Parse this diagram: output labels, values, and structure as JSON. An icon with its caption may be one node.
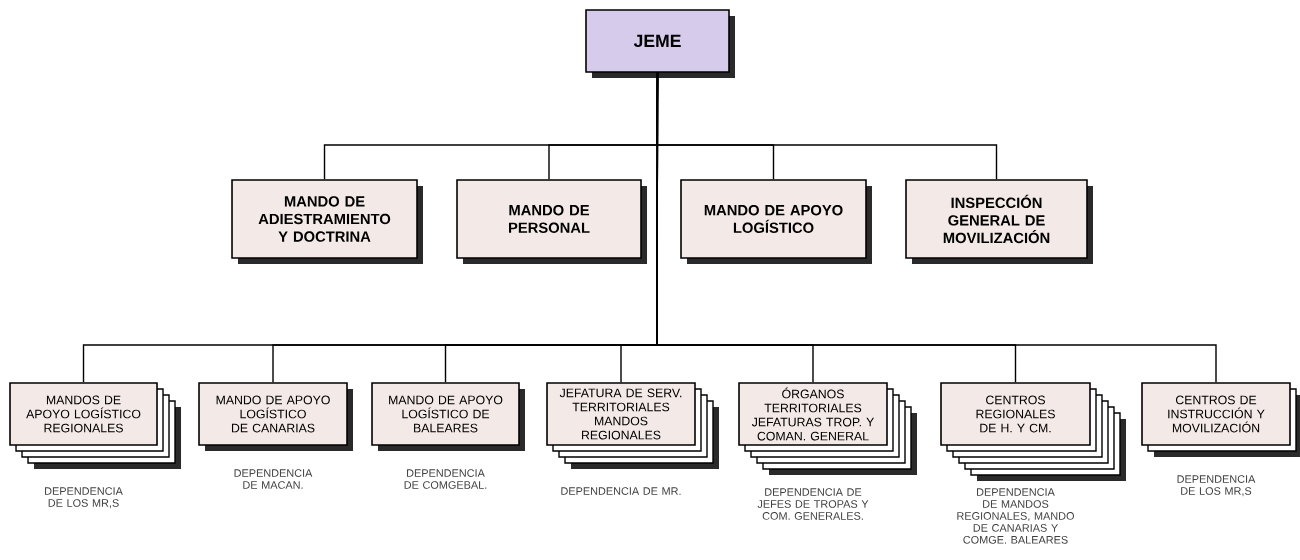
{
  "diagram": {
    "nodes": [
      {
        "text": [
          "JEME"
        ]
      },
      {
        "text": [
          "MANDO DE ADIESTRAMIENTO Y DOCTRINA"
        ]
      },
      {
        "text": [
          "MANDO DE PERSONAL"
        ]
      },
      {
        "text": [
          "MANDO DE APOYO LOGÍSTICO"
        ]
      },
      {
        "text": [
          "INSPECCIÓN GENERAL DE MOVILIZACIÓN"
        ]
      },
      {
        "text": [
          "MANDOS DE APOYO LOGÍSTICO REGIONALES"
        ],
        "beside": [
          "DEPENDENCIA DE LOS MR,S"
        ]
      },
      {
        "text": [
          "MANDO DE APOYO LOGÍSTICO DE CANARIAS"
        ],
        "beside": [
          "DEPENDENCIA DE MACAN."
        ]
      },
      {
        "text": [
          "MANDO DE APOYO LOGÍSTICO DE BALEARES"
        ],
        "beside": [
          "DEPENDENCIA DE COMGEBAL."
        ]
      },
      {
        "text": [
          "JEFATURA DE SERV. TERRITORIALES MANDOS REGIONALES"
        ],
        "beside": [
          "DEPENDENCIA DE MR."
        ]
      },
      {
        "text": [
          "ÓRGANOS TERRITORIALES JEFATURAS TROP. Y COMAN. GENERAL"
        ],
        "beside": [
          "DEPENDENCIA DE JEFES DE TROPAS Y COM. GENERALES."
        ]
      },
      {
        "text": [
          "CENTROS REGIONALES DE H. Y CM."
        ],
        "beside": [
          "DEPENDENCIA DE MANDOS REGIONALES, MANDO DE CANARIAS Y COMGE. BALEARES"
        ]
      },
      {
        "text": [
          "CENTROS DE INSTRUCCIÓN Y MOVILIZACIÓN"
        ],
        "beside": [
          "DEPENDENCIA DE LOS MR,S"
        ]
      }
    ],
    "edges": [
      {
        "from": 0,
        "to": 1,
        "arrow": "none"
      },
      {
        "from": 0,
        "to": 2,
        "arrow": "none"
      },
      {
        "from": 0,
        "to": 3,
        "arrow": "none"
      },
      {
        "from": 0,
        "to": 4,
        "arrow": "none"
      },
      {
        "from": 0,
        "to": 5,
        "arrow": "none"
      },
      {
        "from": 0,
        "to": 6,
        "arrow": "none"
      },
      {
        "from": 0,
        "to": 7,
        "arrow": "none"
      },
      {
        "from": 0,
        "to": 8,
        "arrow": "none"
      },
      {
        "from": 0,
        "to": 9,
        "arrow": "none"
      },
      {
        "from": 0,
        "to": 10,
        "arrow": "none"
      },
      {
        "from": 0,
        "to": 11,
        "arrow": "none"
      }
    ]
  }
}
